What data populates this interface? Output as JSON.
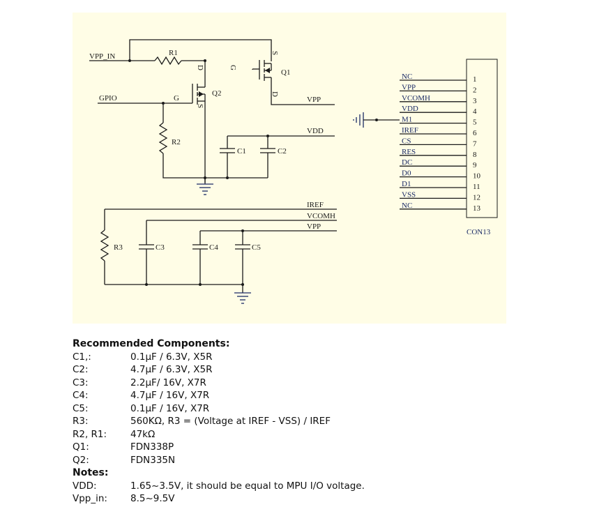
{
  "schematic": {
    "components": {
      "r1": "R1",
      "r2": "R2",
      "r3": "R3",
      "q1": "Q1",
      "q2": "Q2",
      "c1": "C1",
      "c2": "C2",
      "c3": "C3",
      "c4": "C4",
      "c5": "C5"
    },
    "nets": {
      "vpp_in": "VPP_IN",
      "gpio": "GPIO",
      "vpp": "VPP",
      "vdd": "VDD",
      "iref": "IREF",
      "vcomh": "VCOMH",
      "vpp2": "VPP"
    },
    "pins": {
      "s": "S",
      "d": "D",
      "g": "G"
    },
    "connector": {
      "name": "CON13",
      "pins": [
        {
          "num": "1",
          "label": "NC"
        },
        {
          "num": "2",
          "label": "VPP"
        },
        {
          "num": "3",
          "label": "VCOMH"
        },
        {
          "num": "4",
          "label": "VDD"
        },
        {
          "num": "5",
          "label": "M1"
        },
        {
          "num": "6",
          "label": "IREF"
        },
        {
          "num": "7",
          "label": "CS"
        },
        {
          "num": "8",
          "label": "RES"
        },
        {
          "num": "9",
          "label": "DC"
        },
        {
          "num": "10",
          "label": "D0"
        },
        {
          "num": "11",
          "label": "D1"
        },
        {
          "num": "12",
          "label": "VSS"
        },
        {
          "num": "13",
          "label": "NC"
        }
      ]
    }
  },
  "components_list": {
    "heading": "Recommended Components:",
    "items": [
      {
        "key": "C1,:",
        "value": "0.1µF / 6.3V, X5R"
      },
      {
        "key": "C2:",
        "value": "4.7µF / 6.3V, X5R"
      },
      {
        "key": "C3:",
        "value": "2.2µF/ 16V, X7R"
      },
      {
        "key": "C4:",
        "value": "4.7µF / 16V, X7R"
      },
      {
        "key": "C5:",
        "value": "0.1µF / 16V, X7R"
      },
      {
        "key": "R3:",
        "value": "560KΩ, R3 = (Voltage at IREF - VSS) / IREF"
      },
      {
        "key": "R2, R1:",
        "value": "47kΩ"
      },
      {
        "key": "Q1:",
        "value": "FDN338P"
      },
      {
        "key": "Q2:",
        "value": "FDN335N"
      }
    ],
    "notes_heading": "Notes:",
    "notes": [
      {
        "key": "VDD:",
        "value": "1.65~3.5V, it should be equal to MPU I/O voltage."
      },
      {
        "key": "Vpp_in:",
        "value": "8.5~9.5V"
      }
    ]
  }
}
